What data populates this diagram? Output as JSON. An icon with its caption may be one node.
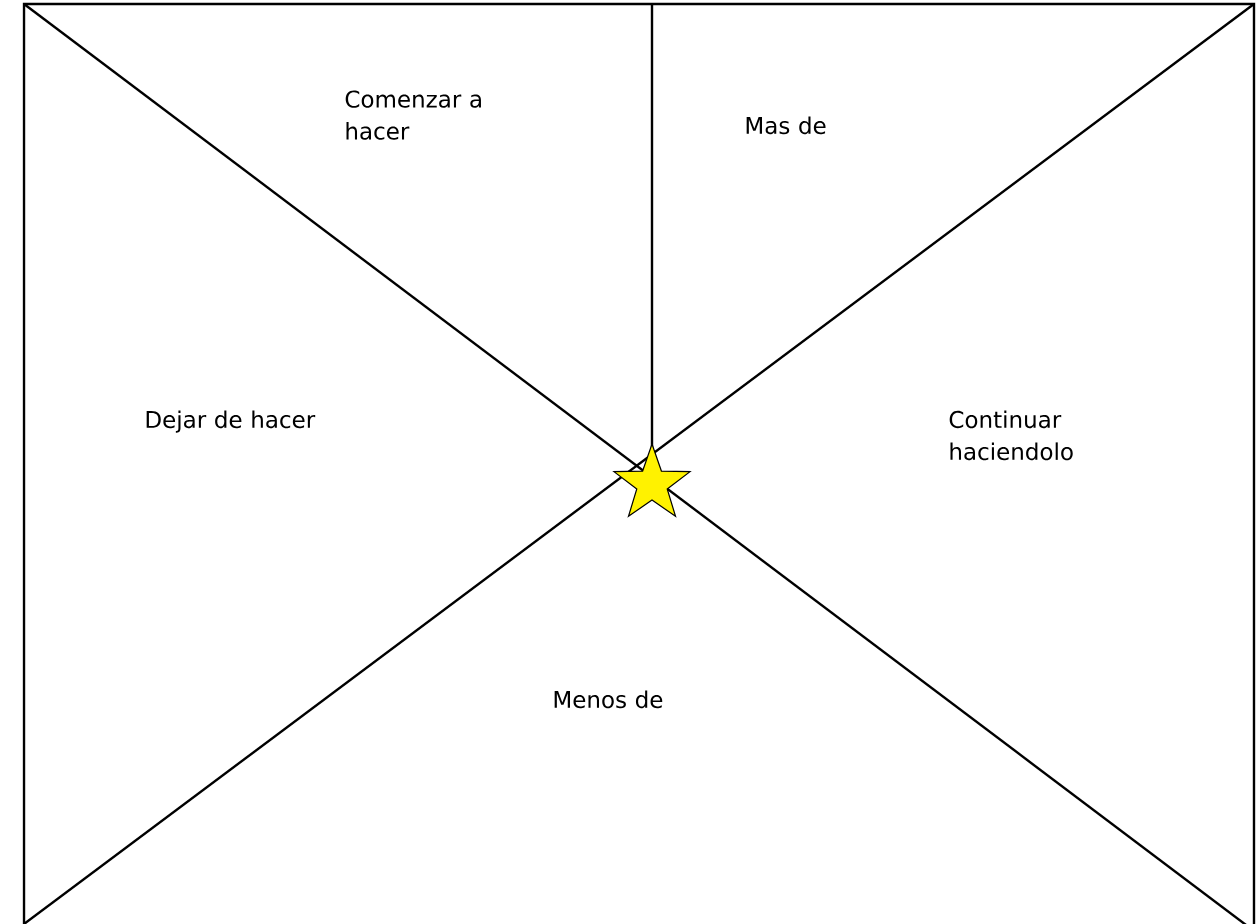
{
  "diagram": {
    "labels": [
      "Comenzar a hacer",
      "Mas de",
      "Dejar de hacer",
      "Continuar haciendolo",
      "Menos de"
    ]
  }
}
